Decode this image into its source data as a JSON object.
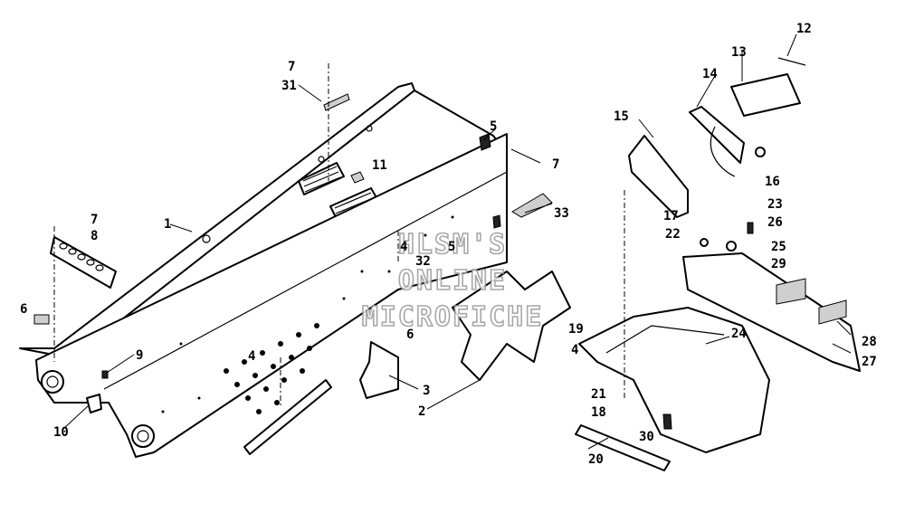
{
  "watermark": {
    "lines": [
      "HLSM'S",
      "ONLINE",
      "MICROFICHE"
    ]
  },
  "callouts": [
    {
      "id": "c1",
      "text": "1"
    },
    {
      "id": "c2",
      "text": "2"
    },
    {
      "id": "c3",
      "text": "3"
    },
    {
      "id": "c4a",
      "text": "4"
    },
    {
      "id": "c4b",
      "text": "4"
    },
    {
      "id": "c4c",
      "text": "4"
    },
    {
      "id": "c5a",
      "text": "5"
    },
    {
      "id": "c5b",
      "text": "5"
    },
    {
      "id": "c6a",
      "text": "6"
    },
    {
      "id": "c6b",
      "text": "6"
    },
    {
      "id": "c7a",
      "text": "7"
    },
    {
      "id": "c7b",
      "text": "7"
    },
    {
      "id": "c7c",
      "text": "7"
    },
    {
      "id": "c8",
      "text": "8"
    },
    {
      "id": "c9",
      "text": "9"
    },
    {
      "id": "c10",
      "text": "10"
    },
    {
      "id": "c11",
      "text": "11"
    },
    {
      "id": "c12",
      "text": "12"
    },
    {
      "id": "c13",
      "text": "13"
    },
    {
      "id": "c14",
      "text": "14"
    },
    {
      "id": "c15",
      "text": "15"
    },
    {
      "id": "c16",
      "text": "16"
    },
    {
      "id": "c17",
      "text": "17"
    },
    {
      "id": "c18",
      "text": "18"
    },
    {
      "id": "c19",
      "text": "19"
    },
    {
      "id": "c20",
      "text": "20"
    },
    {
      "id": "c21",
      "text": "21"
    },
    {
      "id": "c22",
      "text": "22"
    },
    {
      "id": "c23",
      "text": "23"
    },
    {
      "id": "c24",
      "text": "24"
    },
    {
      "id": "c25",
      "text": "25"
    },
    {
      "id": "c26",
      "text": "26"
    },
    {
      "id": "c27",
      "text": "27"
    },
    {
      "id": "c28",
      "text": "28"
    },
    {
      "id": "c29",
      "text": "29"
    },
    {
      "id": "c30",
      "text": "30"
    },
    {
      "id": "c31",
      "text": "31"
    },
    {
      "id": "c32",
      "text": "32"
    },
    {
      "id": "c33",
      "text": "33"
    }
  ]
}
